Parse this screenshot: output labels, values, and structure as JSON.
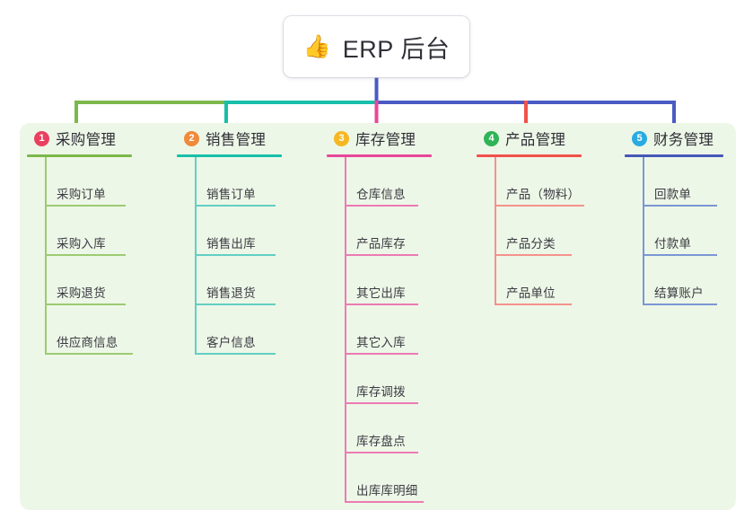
{
  "root": {
    "icon": "thumbs-up-icon",
    "icon_glyph": "👍",
    "title": "ERP 后台"
  },
  "panel": {
    "background": "#edf7e7"
  },
  "connector_colors": {
    "root_stem": "#4a5bc4",
    "bar_segment_1": "#7cb84b",
    "bar_segment_2": "#17bfaa",
    "bar_segment_3": "#4a5bc4"
  },
  "branches": [
    {
      "number": "1",
      "badge_color": "#ea4060",
      "title": "采购管理",
      "rule_color": "#7cb84b",
      "line_color": "#9ccb72",
      "items": [
        {
          "label": "采购订单"
        },
        {
          "label": "采购入库"
        },
        {
          "label": "采购退货"
        },
        {
          "label": "供应商信息"
        }
      ]
    },
    {
      "number": "2",
      "badge_color": "#f08a3c",
      "title": "销售管理",
      "rule_color": "#17bfaa",
      "line_color": "#62cfc4",
      "items": [
        {
          "label": "销售订单"
        },
        {
          "label": "销售出库"
        },
        {
          "label": "销售退货"
        },
        {
          "label": "客户信息"
        }
      ]
    },
    {
      "number": "3",
      "badge_color": "#f5b722",
      "title": "库存管理",
      "rule_color": "#e8479b",
      "line_color": "#ec7ab4",
      "items": [
        {
          "label": "仓库信息"
        },
        {
          "label": "产品库存"
        },
        {
          "label": "其它出库"
        },
        {
          "label": "其它入库"
        },
        {
          "label": "库存调拨"
        },
        {
          "label": "库存盘点"
        },
        {
          "label": "出库库明细"
        }
      ]
    },
    {
      "number": "4",
      "badge_color": "#2fb457",
      "title": "产品管理",
      "rule_color": "#f0524b",
      "line_color": "#f4928c",
      "items": [
        {
          "label": "产品（物料）"
        },
        {
          "label": "产品分类"
        },
        {
          "label": "产品单位"
        }
      ]
    },
    {
      "number": "5",
      "badge_color": "#29abe2",
      "title": "财务管理",
      "rule_color": "#4558b8",
      "line_color": "#7b96d4",
      "items": [
        {
          "label": "回款单"
        },
        {
          "label": "付款单"
        },
        {
          "label": "结算账户"
        }
      ]
    }
  ]
}
